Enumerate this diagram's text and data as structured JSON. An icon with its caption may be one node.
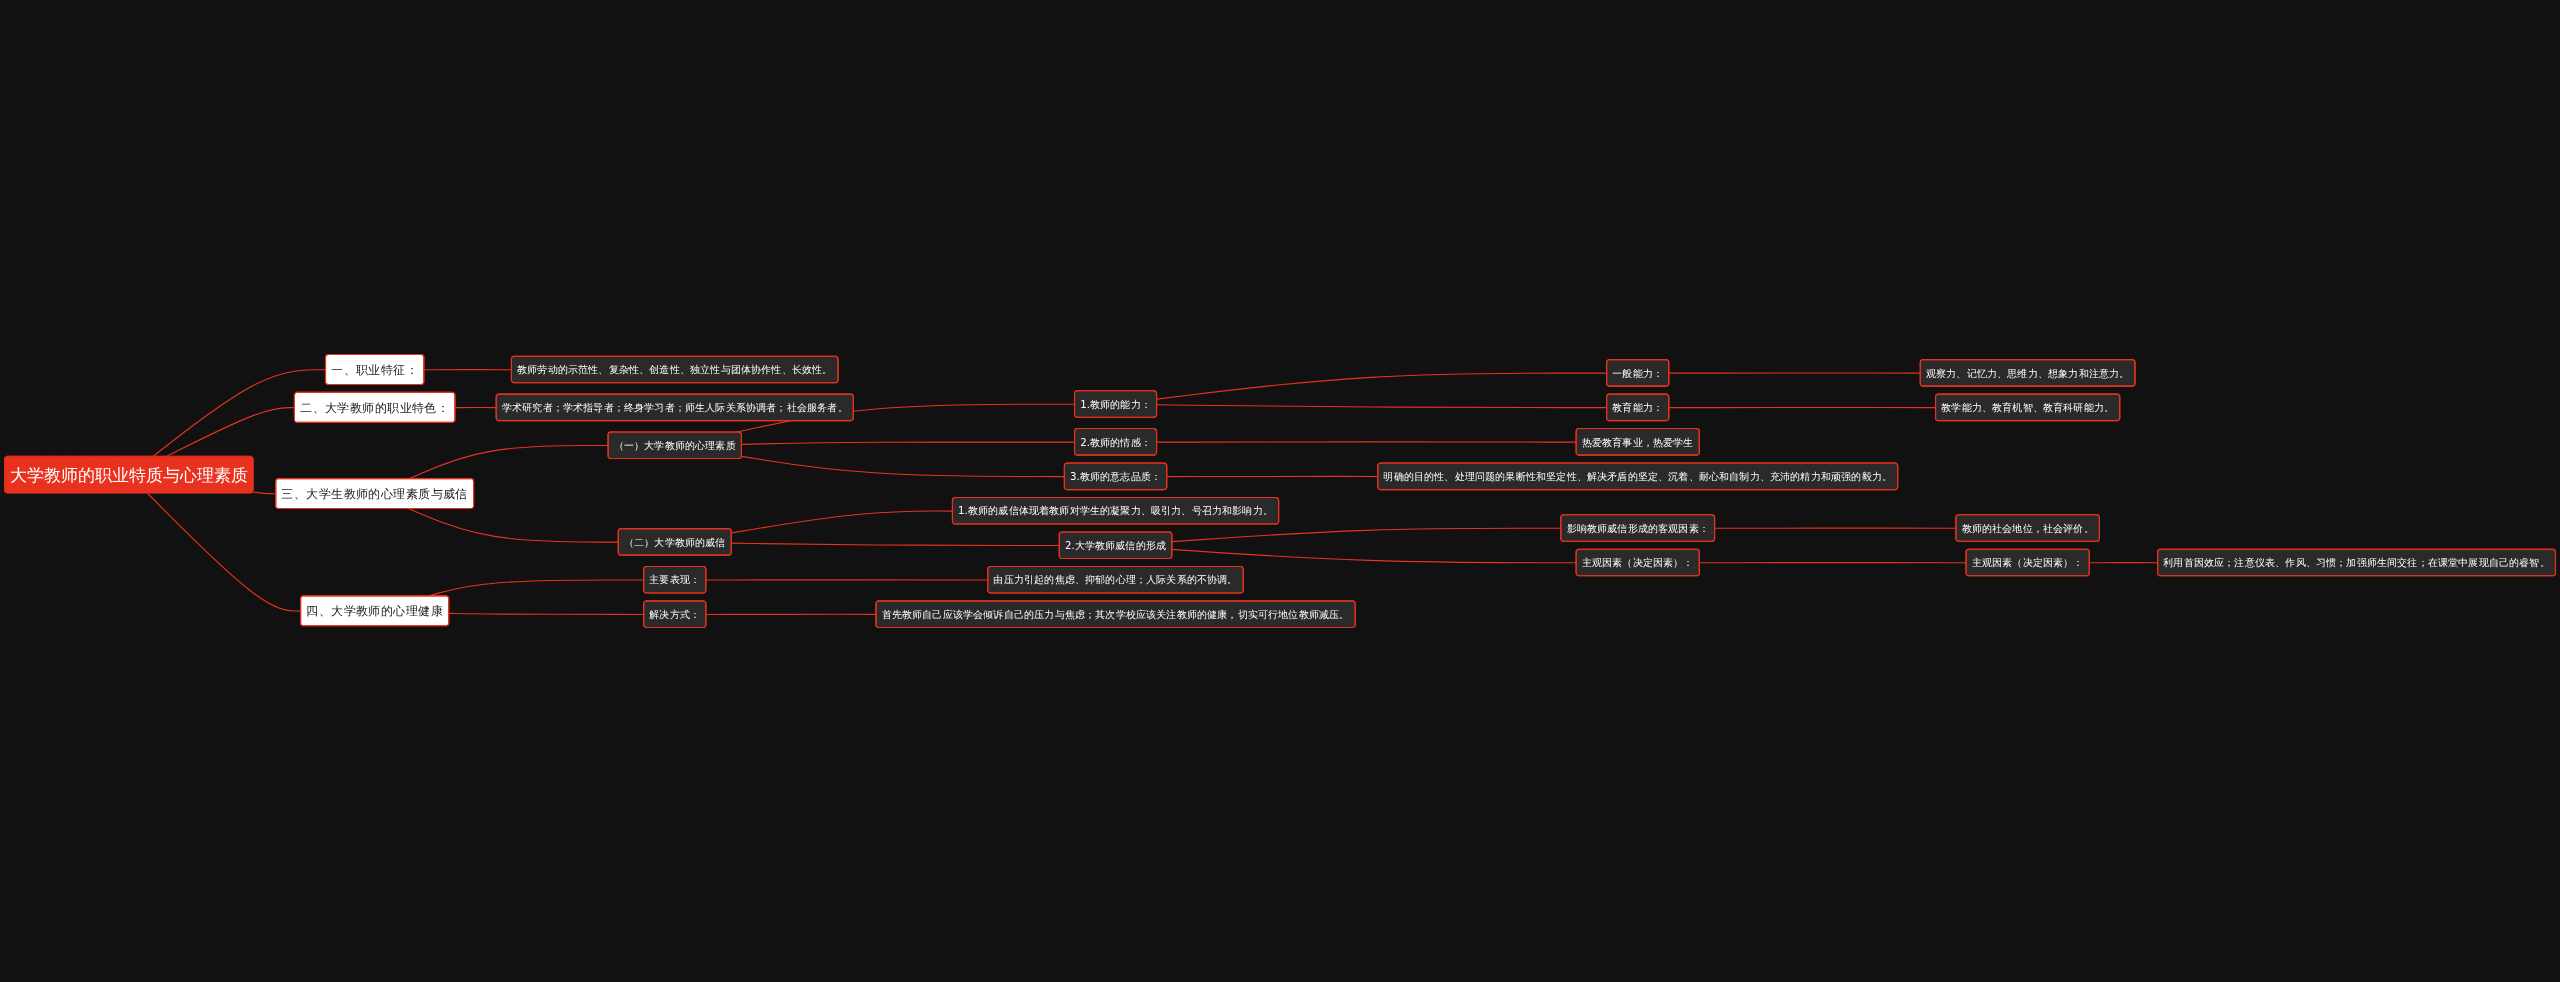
{
  "diagram": {
    "nodes": [
      {
        "text": [
          "大学教师的职业特质与心理素质"
        ]
      },
      {
        "text": [
          "一、职业特征："
        ]
      },
      {
        "text": [
          "教师劳动的示范性、复杂性、创造性、独立性与团体协作性、长效性。"
        ]
      },
      {
        "text": [
          "二、大学教师的职业特色："
        ]
      },
      {
        "text": [
          "学术研究者；学术指导者；终身学习者；师生人际关系协调者；社会服务者。"
        ]
      },
      {
        "text": [
          "三、大学生教师的心理素质与威信"
        ]
      },
      {
        "text": [
          "（一）大学教师的心理素质"
        ]
      },
      {
        "text": [
          "1.教师的能力："
        ]
      },
      {
        "text": [
          "一般能力："
        ]
      },
      {
        "text": [
          "观察力、记忆力、思维力、想象力和注意力。"
        ]
      },
      {
        "text": [
          "教育能力："
        ]
      },
      {
        "text": [
          "教学能力、教育机智、教育科研能力。"
        ]
      },
      {
        "text": [
          "2.教师的情感："
        ]
      },
      {
        "text": [
          "热爱教育事业，热爱学生"
        ]
      },
      {
        "text": [
          "3.教师的意志品质："
        ]
      },
      {
        "text": [
          "明确的目的性、处理问题的果断性和坚定性、解决矛盾的坚定、沉着、耐心和自制力、充沛的精力和顽强的毅力。"
        ]
      },
      {
        "text": [
          "（二）大学教师的威信"
        ]
      },
      {
        "text": [
          "1.教师的威信体现着教师对学生的凝聚力、吸引力、号召力和影响力。"
        ]
      },
      {
        "text": [
          "2.大学教师威信的形成"
        ]
      },
      {
        "text": [
          "影响教师威信形成的客观因素："
        ]
      },
      {
        "text": [
          "教师的社会地位，社会评价。"
        ]
      },
      {
        "text": [
          "主观因素（决定因素）："
        ]
      },
      {
        "text": [
          "主观因素（决定因素）："
        ]
      },
      {
        "text": [
          "利用首因效应；注意仪表、作风、习惯；加强师生间交往；在课堂中展现自己的睿智。"
        ]
      },
      {
        "text": [
          "四、大学教师的心理健康"
        ]
      },
      {
        "text": [
          "主要表现："
        ]
      },
      {
        "text": [
          "由压力引起的焦虑、抑郁的心理；人际关系的不协调。"
        ]
      },
      {
        "text": [
          "解决方式："
        ]
      },
      {
        "text": [
          "首先教师自己应该学会倾诉自己的压力与焦虑；其次学校应该关注教师的健康，切实可行地位教师减压。"
        ]
      }
    ],
    "edges": [
      {
        "from": 0,
        "to": 1,
        "arrow": "none"
      },
      {
        "from": 1,
        "to": 2,
        "arrow": "none"
      },
      {
        "from": 0,
        "to": 3,
        "arrow": "none"
      },
      {
        "from": 3,
        "to": 4,
        "arrow": "none"
      },
      {
        "from": 0,
        "to": 5,
        "arrow": "none"
      },
      {
        "from": 5,
        "to": 6,
        "arrow": "none"
      },
      {
        "from": 6,
        "to": 7,
        "arrow": "none"
      },
      {
        "from": 7,
        "to": 8,
        "arrow": "none"
      },
      {
        "from": 8,
        "to": 9,
        "arrow": "none"
      },
      {
        "from": 7,
        "to": 10,
        "arrow": "none"
      },
      {
        "from": 10,
        "to": 11,
        "arrow": "none"
      },
      {
        "from": 6,
        "to": 12,
        "arrow": "none"
      },
      {
        "from": 12,
        "to": 13,
        "arrow": "none"
      },
      {
        "from": 6,
        "to": 14,
        "arrow": "none"
      },
      {
        "from": 14,
        "to": 15,
        "arrow": "none"
      },
      {
        "from": 5,
        "to": 16,
        "arrow": "none"
      },
      {
        "from": 16,
        "to": 17,
        "arrow": "none"
      },
      {
        "from": 16,
        "to": 18,
        "arrow": "none"
      },
      {
        "from": 18,
        "to": 19,
        "arrow": "none"
      },
      {
        "from": 19,
        "to": 20,
        "arrow": "none"
      },
      {
        "from": 18,
        "to": 21,
        "arrow": "none"
      },
      {
        "from": 21,
        "to": 22,
        "arrow": "none"
      },
      {
        "from": 22,
        "to": 23,
        "arrow": "none"
      },
      {
        "from": 0,
        "to": 24,
        "arrow": "none"
      },
      {
        "from": 24,
        "to": 25,
        "arrow": "none"
      },
      {
        "from": 25,
        "to": 26,
        "arrow": "none"
      },
      {
        "from": 24,
        "to": 27,
        "arrow": "none"
      },
      {
        "from": 27,
        "to": 28,
        "arrow": "none"
      }
    ]
  }
}
